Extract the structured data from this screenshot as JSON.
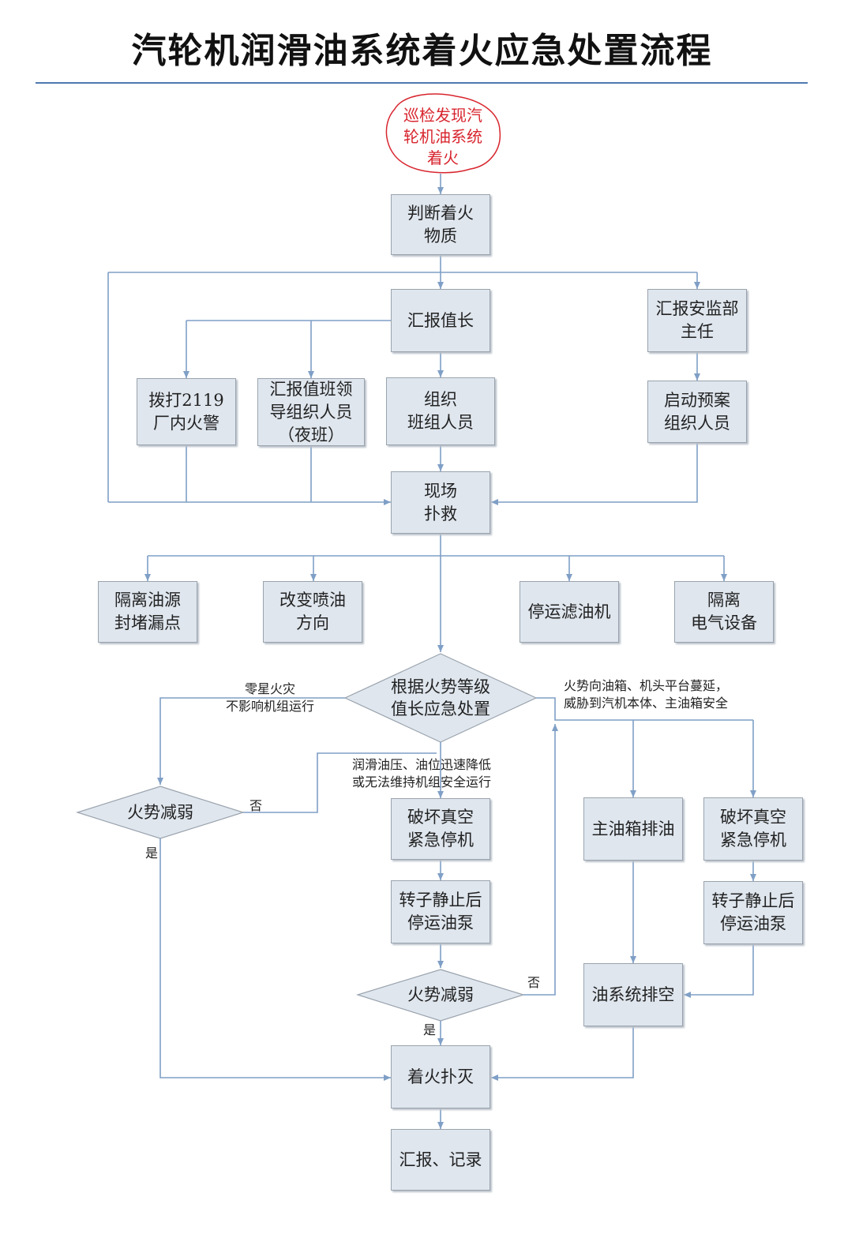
{
  "title": "汽轮机润滑油系统着火应急处置流程",
  "nodes": {
    "start": "巡检发现汽\n轮机油系统\n着火",
    "judge": "判断着火\n物质",
    "report_chief": "汇报值长",
    "report_safety": "汇报安监部\n主任",
    "call_2119": "拨打2119\n厂内火警",
    "report_leader": "汇报值班领\n导组织人员\n（夜班）",
    "organize_team": "组织\n班组人员",
    "start_plan": "启动预案\n组织人员",
    "onsite_rescue": "现场\n扑救",
    "isolate_oil": "隔离油源\n封堵漏点",
    "change_spray": "改变喷油\n方向",
    "stop_filter": "停运滤油机",
    "isolate_elec": "隔离\n电气设备",
    "decision_grade": "根据火势等级\n值长应急处置",
    "decision_weaken_left": "火势减弱",
    "break_vacuum_1": "破坏真空\n紧急停机",
    "rotor_stop_1": "转子静止后\n停运油泵",
    "decision_weaken_mid": "火势减弱",
    "main_tank_drain": "主油箱排油",
    "break_vacuum_2": "破坏真空\n紧急停机",
    "rotor_stop_2": "转子静止后\n停运油泵",
    "oil_system_drain": "油系统排空",
    "fire_out": "着火扑灭",
    "report_record": "汇报、记录"
  },
  "labels": {
    "minor_fire": "零星火灾\n不影响机组运行",
    "spread": "火势向油箱、机头平台蔓延，\n威胁到汽机本体、主油箱安全",
    "pressure_drop": "润滑油压、油位迅速降低\n或无法维持机组安全运行",
    "no_left": "否",
    "yes_left": "是",
    "no_mid": "否",
    "yes_mid": "是"
  },
  "colors": {
    "line": "#7f9fc6",
    "box_fill": "#dfe6ee",
    "start_outline": "#d8262f",
    "title_rule": "#4f79b0"
  }
}
